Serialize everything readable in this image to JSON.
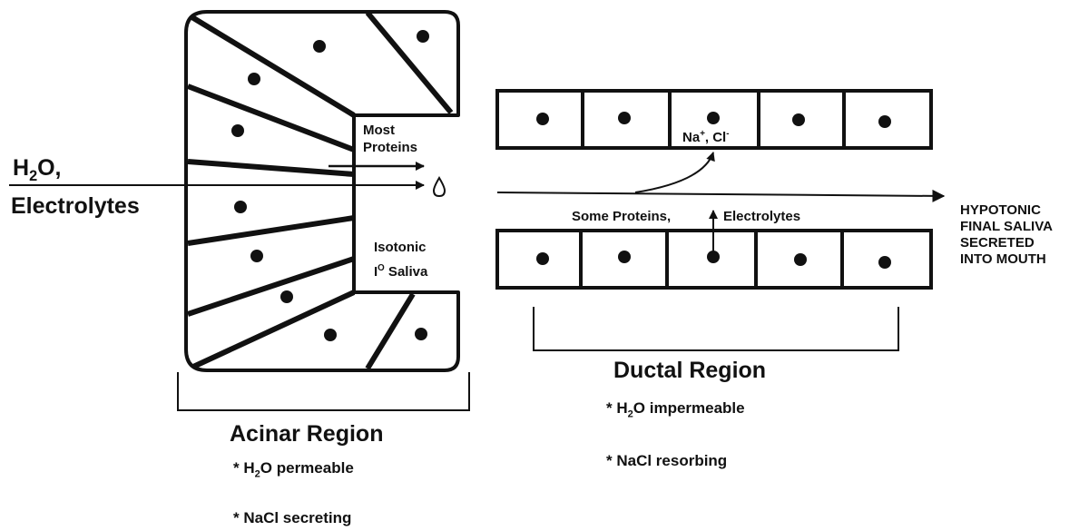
{
  "inputs": {
    "h2o_prefix": "H",
    "h2o_sub": "2",
    "h2o_suffix": "O,",
    "electrolytes": "Electrolytes"
  },
  "acinar": {
    "most_proteins_line1": "Most",
    "most_proteins_line2": "Proteins",
    "isotonic": "Isotonic",
    "saliva_prefix": "I",
    "saliva_sup": "O",
    "saliva_suffix": " Saliva",
    "title": "Acinar Region",
    "note1_prefix": "* H",
    "note1_sub": "2",
    "note1_suffix": "O permeable",
    "note2": "* NaCl secreting"
  },
  "duct": {
    "na_prefix": "Na",
    "na_sup": "+",
    "cl_prefix": ", Cl",
    "cl_sup": "-",
    "some_proteins": "Some Proteins,",
    "electrolytes": "Electrolytes",
    "title": "Ductal Region",
    "note1_prefix": "* H",
    "note1_sub": "2",
    "note1_suffix": "O impermeable",
    "note2": "* NaCl  resorbing"
  },
  "output": {
    "line1": "HYPOTONIC",
    "line2": "FINAL SALIVA",
    "line3": "SECRETED",
    "line4": "INTO MOUTH"
  }
}
